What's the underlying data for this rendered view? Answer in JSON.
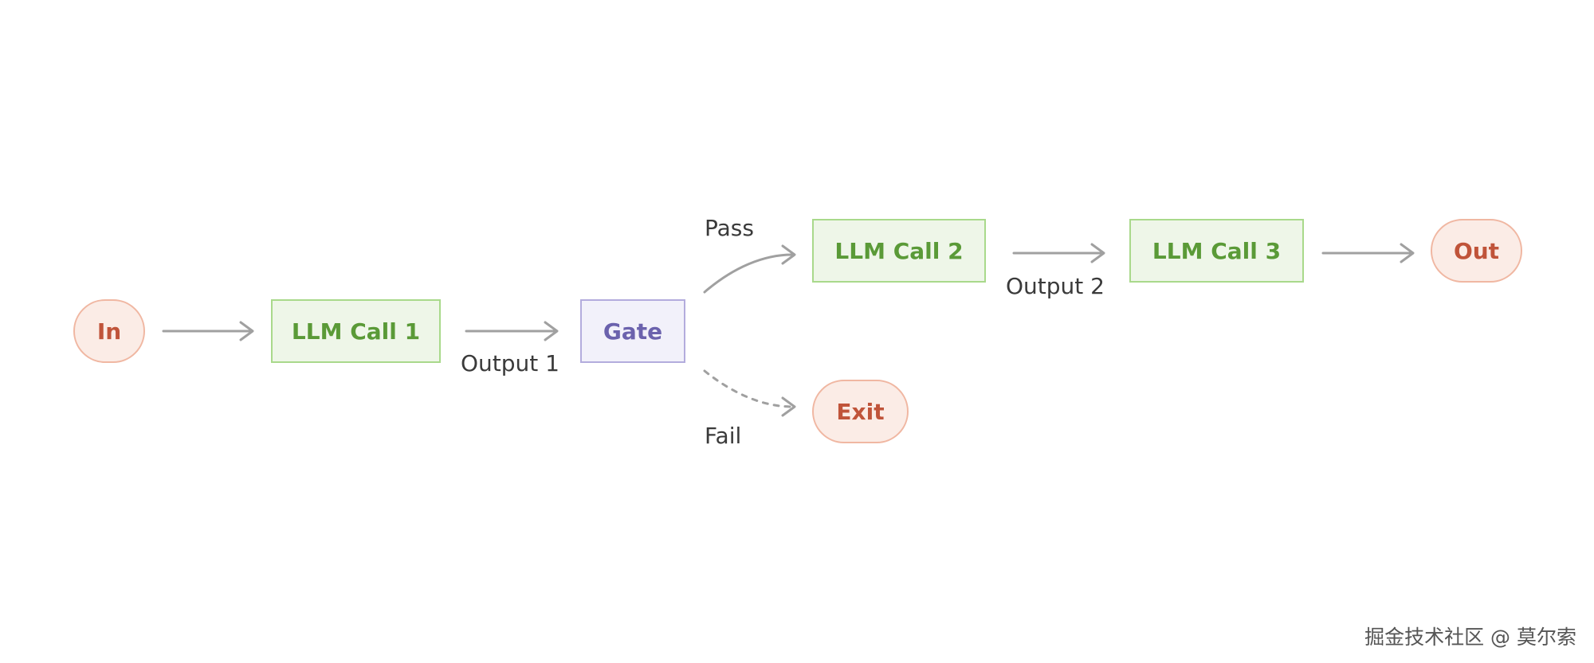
{
  "nodes": {
    "in": "In",
    "llm_call_1": "LLM Call 1",
    "gate": "Gate",
    "llm_call_2": "LLM Call 2",
    "llm_call_3": "LLM Call 3",
    "out": "Out",
    "exit": "Exit"
  },
  "edge_labels": {
    "output_1": "Output 1",
    "pass": "Pass",
    "fail": "Fail",
    "output_2": "Output 2"
  },
  "colors": {
    "terminal_fill": "#fbece6",
    "terminal_border": "#f0b7a2",
    "terminal_text": "#c0543a",
    "llm_fill": "#eef6e8",
    "llm_border": "#a9d98b",
    "llm_text": "#5a9a37",
    "gate_fill": "#f2f1fa",
    "gate_border": "#b3acdd",
    "gate_text": "#6b62ad",
    "arrow": "#a0a0a0"
  },
  "watermark": "掘金技术社区 @ 莫尔索"
}
